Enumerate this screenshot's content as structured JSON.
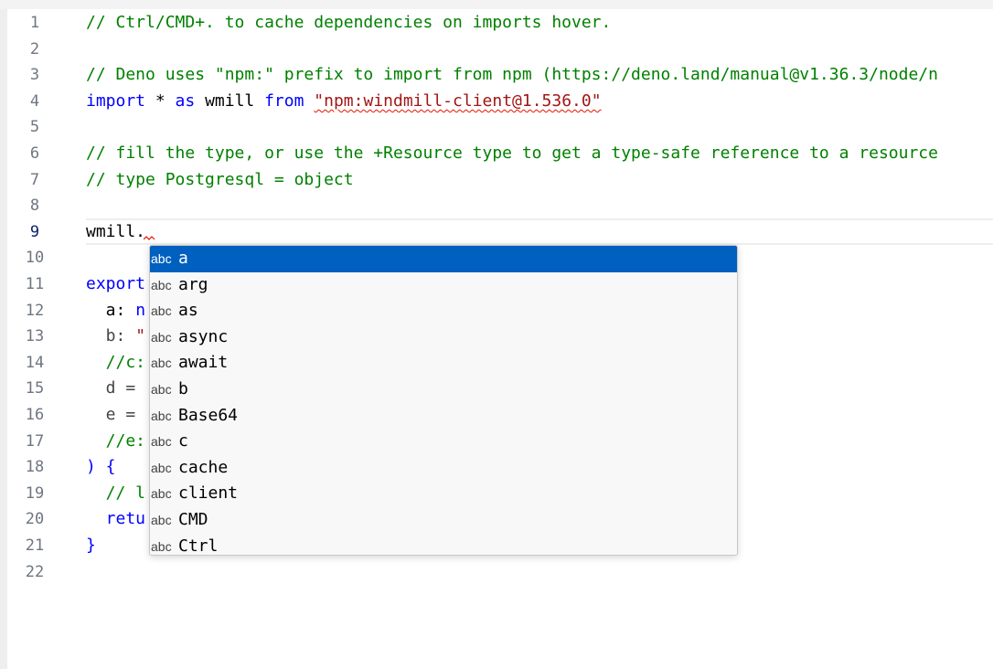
{
  "editor": {
    "active_line": 9,
    "lines": [
      {
        "num": "1",
        "tokens": [
          {
            "t": "// Ctrl/CMD+. to cache dependencies on imports hover.",
            "c": "com"
          }
        ]
      },
      {
        "num": "2",
        "tokens": []
      },
      {
        "num": "3",
        "tokens": [
          {
            "t": "// Deno uses \"npm:\" prefix to import from npm (https://deno.land/manual@v1.36.3/node/n",
            "c": "com"
          }
        ]
      },
      {
        "num": "4",
        "tokens": [
          {
            "t": "import",
            "c": "kw"
          },
          {
            "t": " * ",
            "c": ""
          },
          {
            "t": "as",
            "c": "kw"
          },
          {
            "t": " wmill ",
            "c": ""
          },
          {
            "t": "from",
            "c": "kw"
          },
          {
            "t": " ",
            "c": ""
          },
          {
            "t": "\"npm:windmill-client@1.536.0\"",
            "c": "str squig"
          }
        ]
      },
      {
        "num": "5",
        "tokens": []
      },
      {
        "num": "6",
        "tokens": [
          {
            "t": "// fill the type, or use the +Resource type to get a type-safe reference to a resource",
            "c": "com"
          }
        ]
      },
      {
        "num": "7",
        "tokens": [
          {
            "t": "// type Postgresql = object",
            "c": "com"
          }
        ]
      },
      {
        "num": "8",
        "tokens": []
      },
      {
        "num": "9",
        "tokens": [
          {
            "t": "wmill.",
            "c": ""
          }
        ]
      },
      {
        "num": "10",
        "tokens": []
      },
      {
        "num": "11",
        "tokens": [
          {
            "t": "export",
            "c": "kw"
          }
        ]
      },
      {
        "num": "12",
        "tokens": [
          {
            "t": "  a: ",
            "c": ""
          },
          {
            "t": "n",
            "c": "kw"
          }
        ]
      },
      {
        "num": "13",
        "tokens": [
          {
            "t": "  b: ",
            "c": "grey"
          },
          {
            "t": "\"",
            "c": "str"
          }
        ]
      },
      {
        "num": "14",
        "tokens": [
          {
            "t": "  //c:",
            "c": "com"
          }
        ]
      },
      {
        "num": "15",
        "tokens": [
          {
            "t": "  d = ",
            "c": "grey"
          }
        ]
      },
      {
        "num": "16",
        "tokens": [
          {
            "t": "  e = ",
            "c": "grey"
          }
        ]
      },
      {
        "num": "17",
        "tokens": [
          {
            "t": "  //e:",
            "c": "com"
          }
        ]
      },
      {
        "num": "18",
        "tokens": [
          {
            "t": ") {",
            "c": "kw"
          }
        ]
      },
      {
        "num": "19",
        "tokens": [
          {
            "t": "  // l",
            "c": "com"
          }
        ]
      },
      {
        "num": "20",
        "tokens": [
          {
            "t": "  retu",
            "c": "kw"
          }
        ]
      },
      {
        "num": "21",
        "tokens": [
          {
            "t": "}",
            "c": "kw"
          }
        ]
      },
      {
        "num": "22",
        "tokens": []
      }
    ]
  },
  "suggest": {
    "icon_name": "text-symbol-icon",
    "icon_text": "abc",
    "selected_index": 0,
    "items": [
      {
        "label": "a"
      },
      {
        "label": "arg"
      },
      {
        "label": "as"
      },
      {
        "label": "async"
      },
      {
        "label": "await"
      },
      {
        "label": "b"
      },
      {
        "label": "Base64"
      },
      {
        "label": "c"
      },
      {
        "label": "cache"
      },
      {
        "label": "client"
      },
      {
        "label": "CMD"
      },
      {
        "label": "Ctrl"
      }
    ]
  },
  "colors": {
    "comment": "#008000",
    "keyword": "#0000ff",
    "string": "#a31515",
    "selection": "#0060c0"
  }
}
